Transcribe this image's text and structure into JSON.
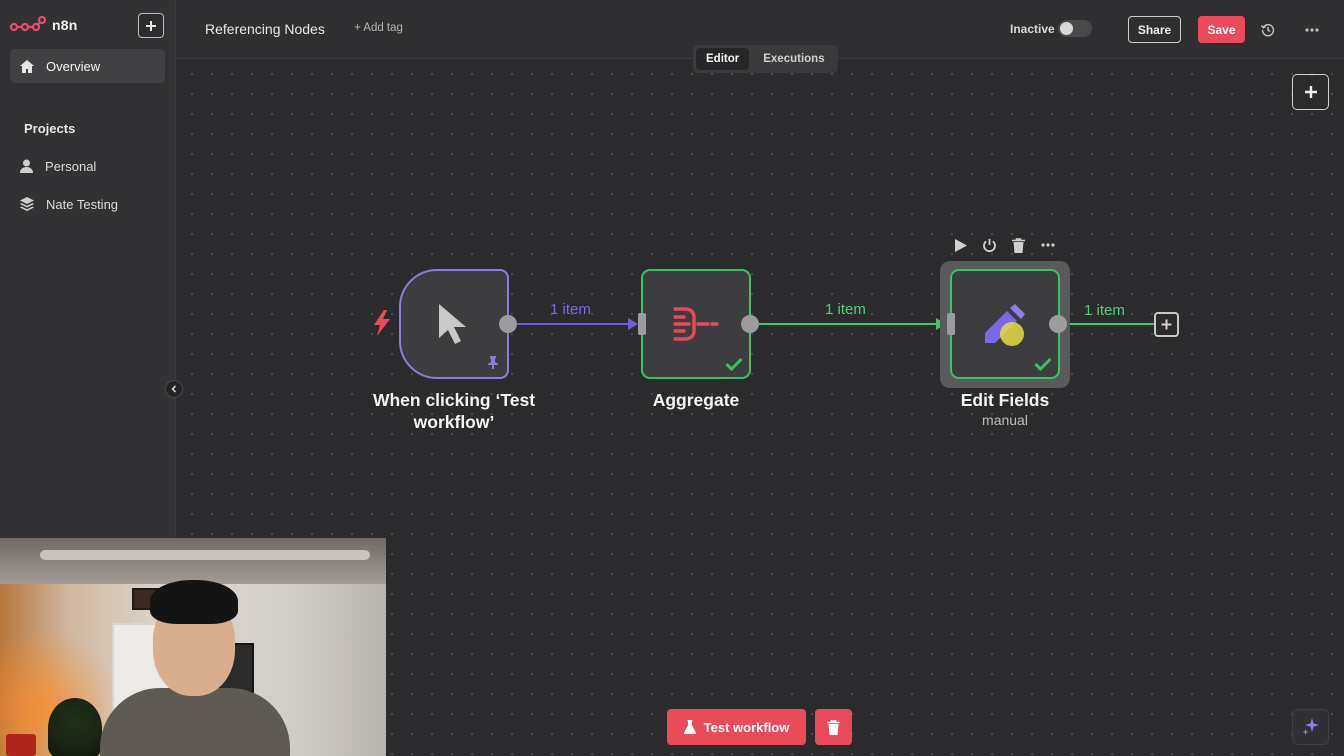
{
  "app": {
    "brand": "n8n"
  },
  "sidebar": {
    "overview_label": "Overview",
    "projects_title": "Projects",
    "projects": [
      {
        "label": "Personal",
        "icon": "user-icon"
      },
      {
        "label": "Nate Testing",
        "icon": "layers-icon"
      }
    ]
  },
  "header": {
    "workflow_name": "Referencing Nodes",
    "add_tag": "+ Add tag",
    "status_label": "Inactive",
    "active": false,
    "share_label": "Share",
    "save_label": "Save",
    "tabs": [
      {
        "label": "Editor",
        "active": true
      },
      {
        "label": "Executions",
        "active": false
      }
    ]
  },
  "canvas": {
    "nodes": [
      {
        "name": "When clicking ‘Test workflow’",
        "line1": "When clicking ‘Test",
        "line2": "workflow’",
        "icon": "cursor-pointer-icon",
        "status": "pinned"
      },
      {
        "name": "Aggregate",
        "icon": "aggregate-icon",
        "status": "success"
      },
      {
        "name": "Edit Fields",
        "subtitle": "manual",
        "icon": "pencil-icon",
        "status": "success"
      }
    ],
    "connections": [
      {
        "label": "1 item",
        "color": "#6f5fd8"
      },
      {
        "label": "1 item",
        "color": "#46c46f"
      },
      {
        "label": "1 item",
        "color": "#46c46f"
      }
    ]
  },
  "actions": {
    "test_workflow_label": "Test workflow"
  },
  "colors": {
    "accent": "#ea4b5a",
    "success": "#3fbf66",
    "trigger": "#8b7ddb"
  }
}
